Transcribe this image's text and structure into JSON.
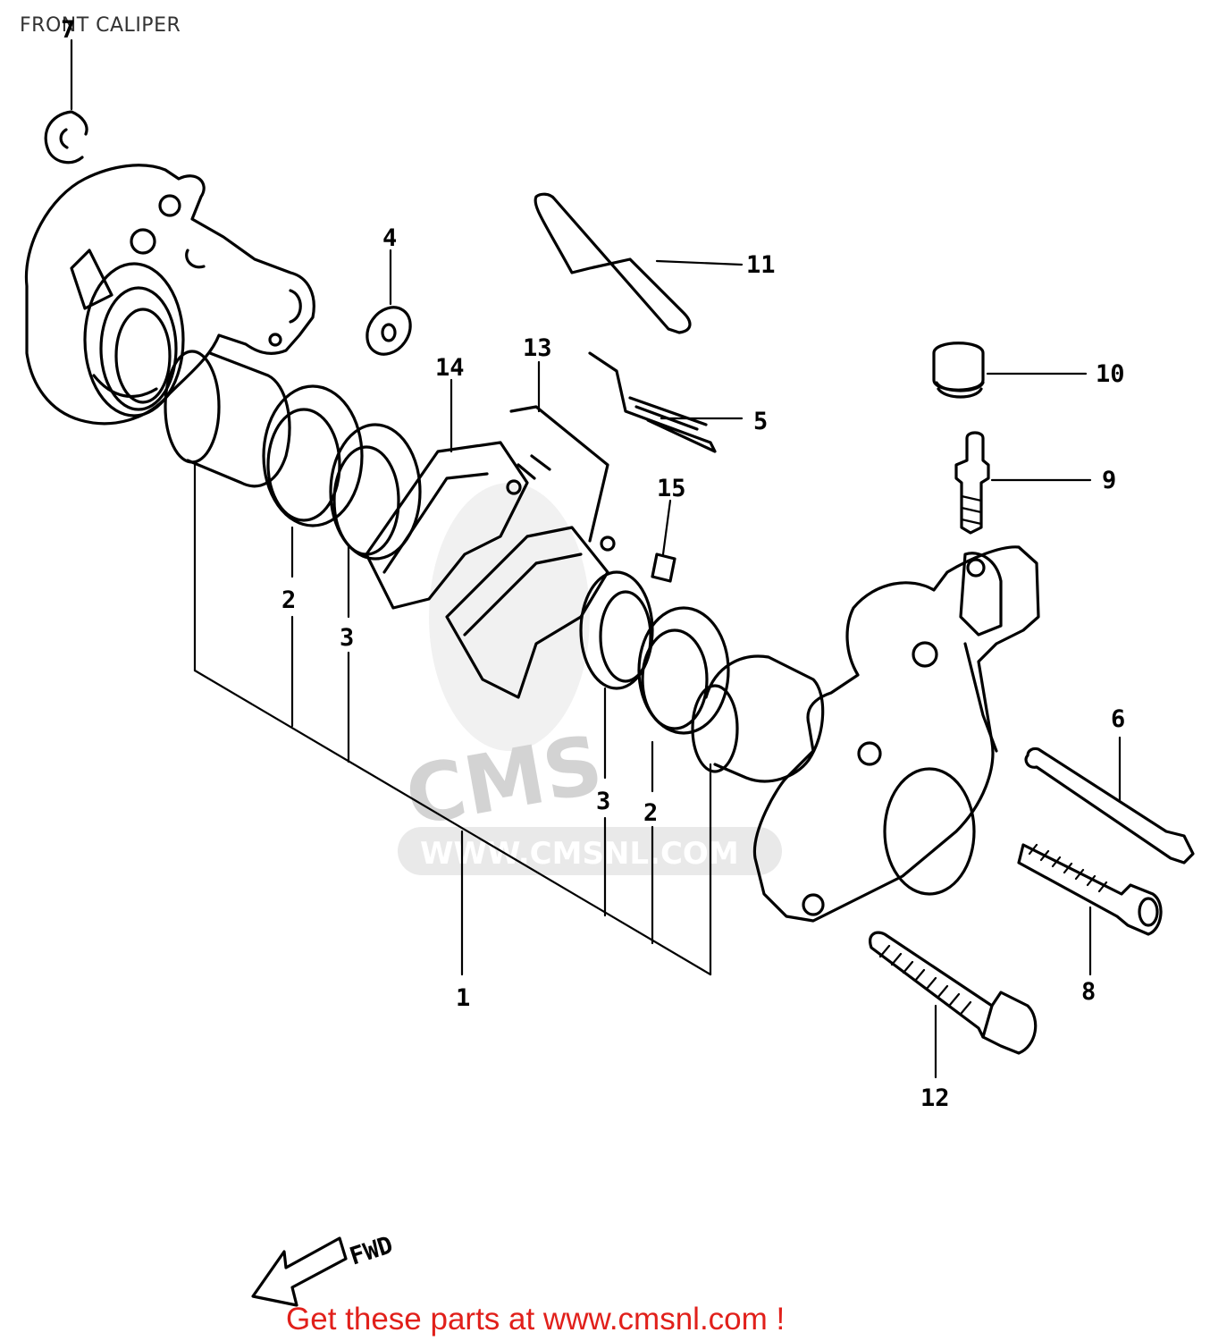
{
  "title": "FRONT CALIPER",
  "watermark": {
    "logo_text": "CMS",
    "url_text": "WWW.CMSNL.COM"
  },
  "direction_label": "FWD",
  "part_labels": [
    "7",
    "4",
    "11",
    "13",
    "14",
    "5",
    "10",
    "9",
    "15",
    "2",
    "3",
    "6",
    "3",
    "2",
    "8",
    "1",
    "12"
  ],
  "footer": {
    "text": "Get these parts at www.cmsnl.com !",
    "color": "#e1201b"
  }
}
